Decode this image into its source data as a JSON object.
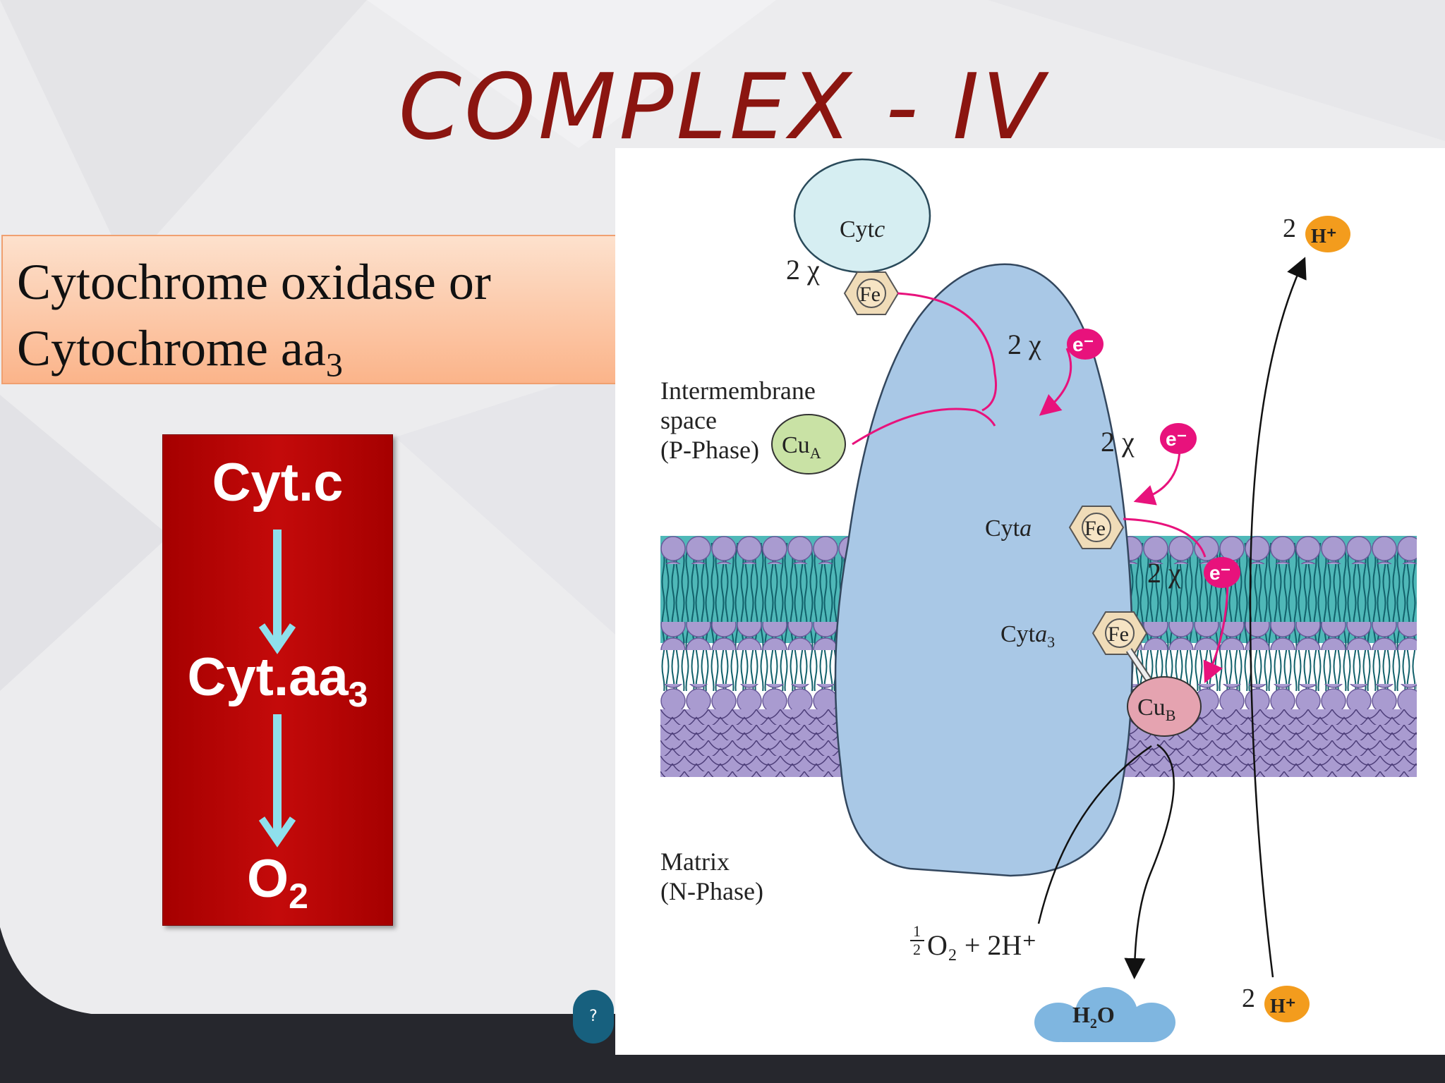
{
  "slide": {
    "title": "COMPLEX - IV",
    "definition": {
      "line1": "Cytochrome  oxidase or",
      "line2_main": "Cytochrome aa",
      "line2_sub": "3"
    },
    "chain": {
      "top": "Cyt.c",
      "middle_main": "Cyt.aa",
      "middle_sub": "3",
      "bottom_main": "O",
      "bottom_sub": "2"
    },
    "diagram": {
      "cytc_label": "Cyt",
      "cytc_italic": "c",
      "fe": "Fe",
      "two_x": "2 χ",
      "electron": "e⁻",
      "cua_main": "Cu",
      "cua_sub": "A",
      "cyta_main": "Cyt",
      "cyta_italic": "a",
      "cyta3_main": "Cyt",
      "cyta3_italic": "a",
      "cyta3_sub": "3",
      "cub_main": "Cu",
      "cub_sub": "B",
      "ims_line1": "Intermembrane",
      "ims_line2": "space",
      "ims_line3": "(P-Phase)",
      "matrix_line1": "Matrix",
      "matrix_line2": "(N-Phase)",
      "oxygen_reaction": "O₂ + 2H⁺",
      "oxygen_fraction_num": "1",
      "oxygen_fraction_den": "2",
      "water_main": "H",
      "water_sub": "2",
      "water_tail": "O",
      "proton_count": "2",
      "proton_label": "H⁺"
    },
    "help_icon": "?"
  },
  "colors": {
    "title": "#8b1510",
    "chain_box": "#b50000",
    "chain_arrow": "#8fe0ec",
    "membrane_head_top": "#a99bd0",
    "membrane_tail": "#4fb8b8",
    "protein": "#a9c8e6",
    "electron": "#e8127c",
    "proton": "#f39c1d",
    "cua": "#c9e2a5",
    "cub": "#e5a3b0",
    "water": "#7fb6e0",
    "bottom_bar": "#26272d"
  }
}
